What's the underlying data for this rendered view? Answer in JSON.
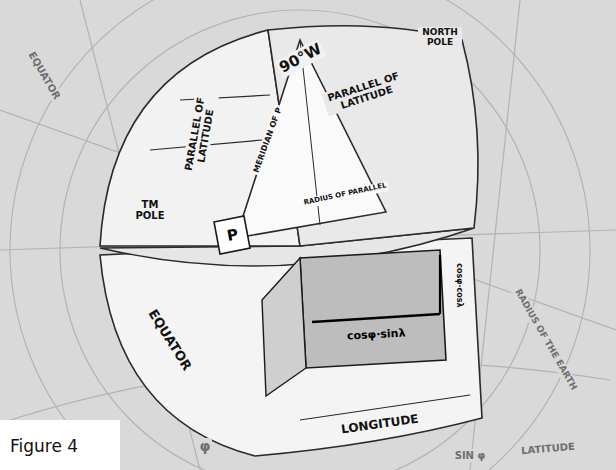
{
  "diagram": {
    "caption": "Figure 4",
    "labels": [
      "90°W",
      "NORTH POLE",
      "PARALLEL OF LATITUDE",
      "PARALLEL OF LATITUDE",
      "MERIDIAN OF P",
      "TM POLE",
      "RADIUS OF PARALLEL",
      "P",
      "cosφ·cosλ",
      "EQUATOR",
      "cosφ·sinλ",
      "LONGITUDE",
      "EQUATOR",
      "RADIUS OF THE EARTH",
      "LATITUDE",
      "φ",
      "SIN φ"
    ]
  }
}
